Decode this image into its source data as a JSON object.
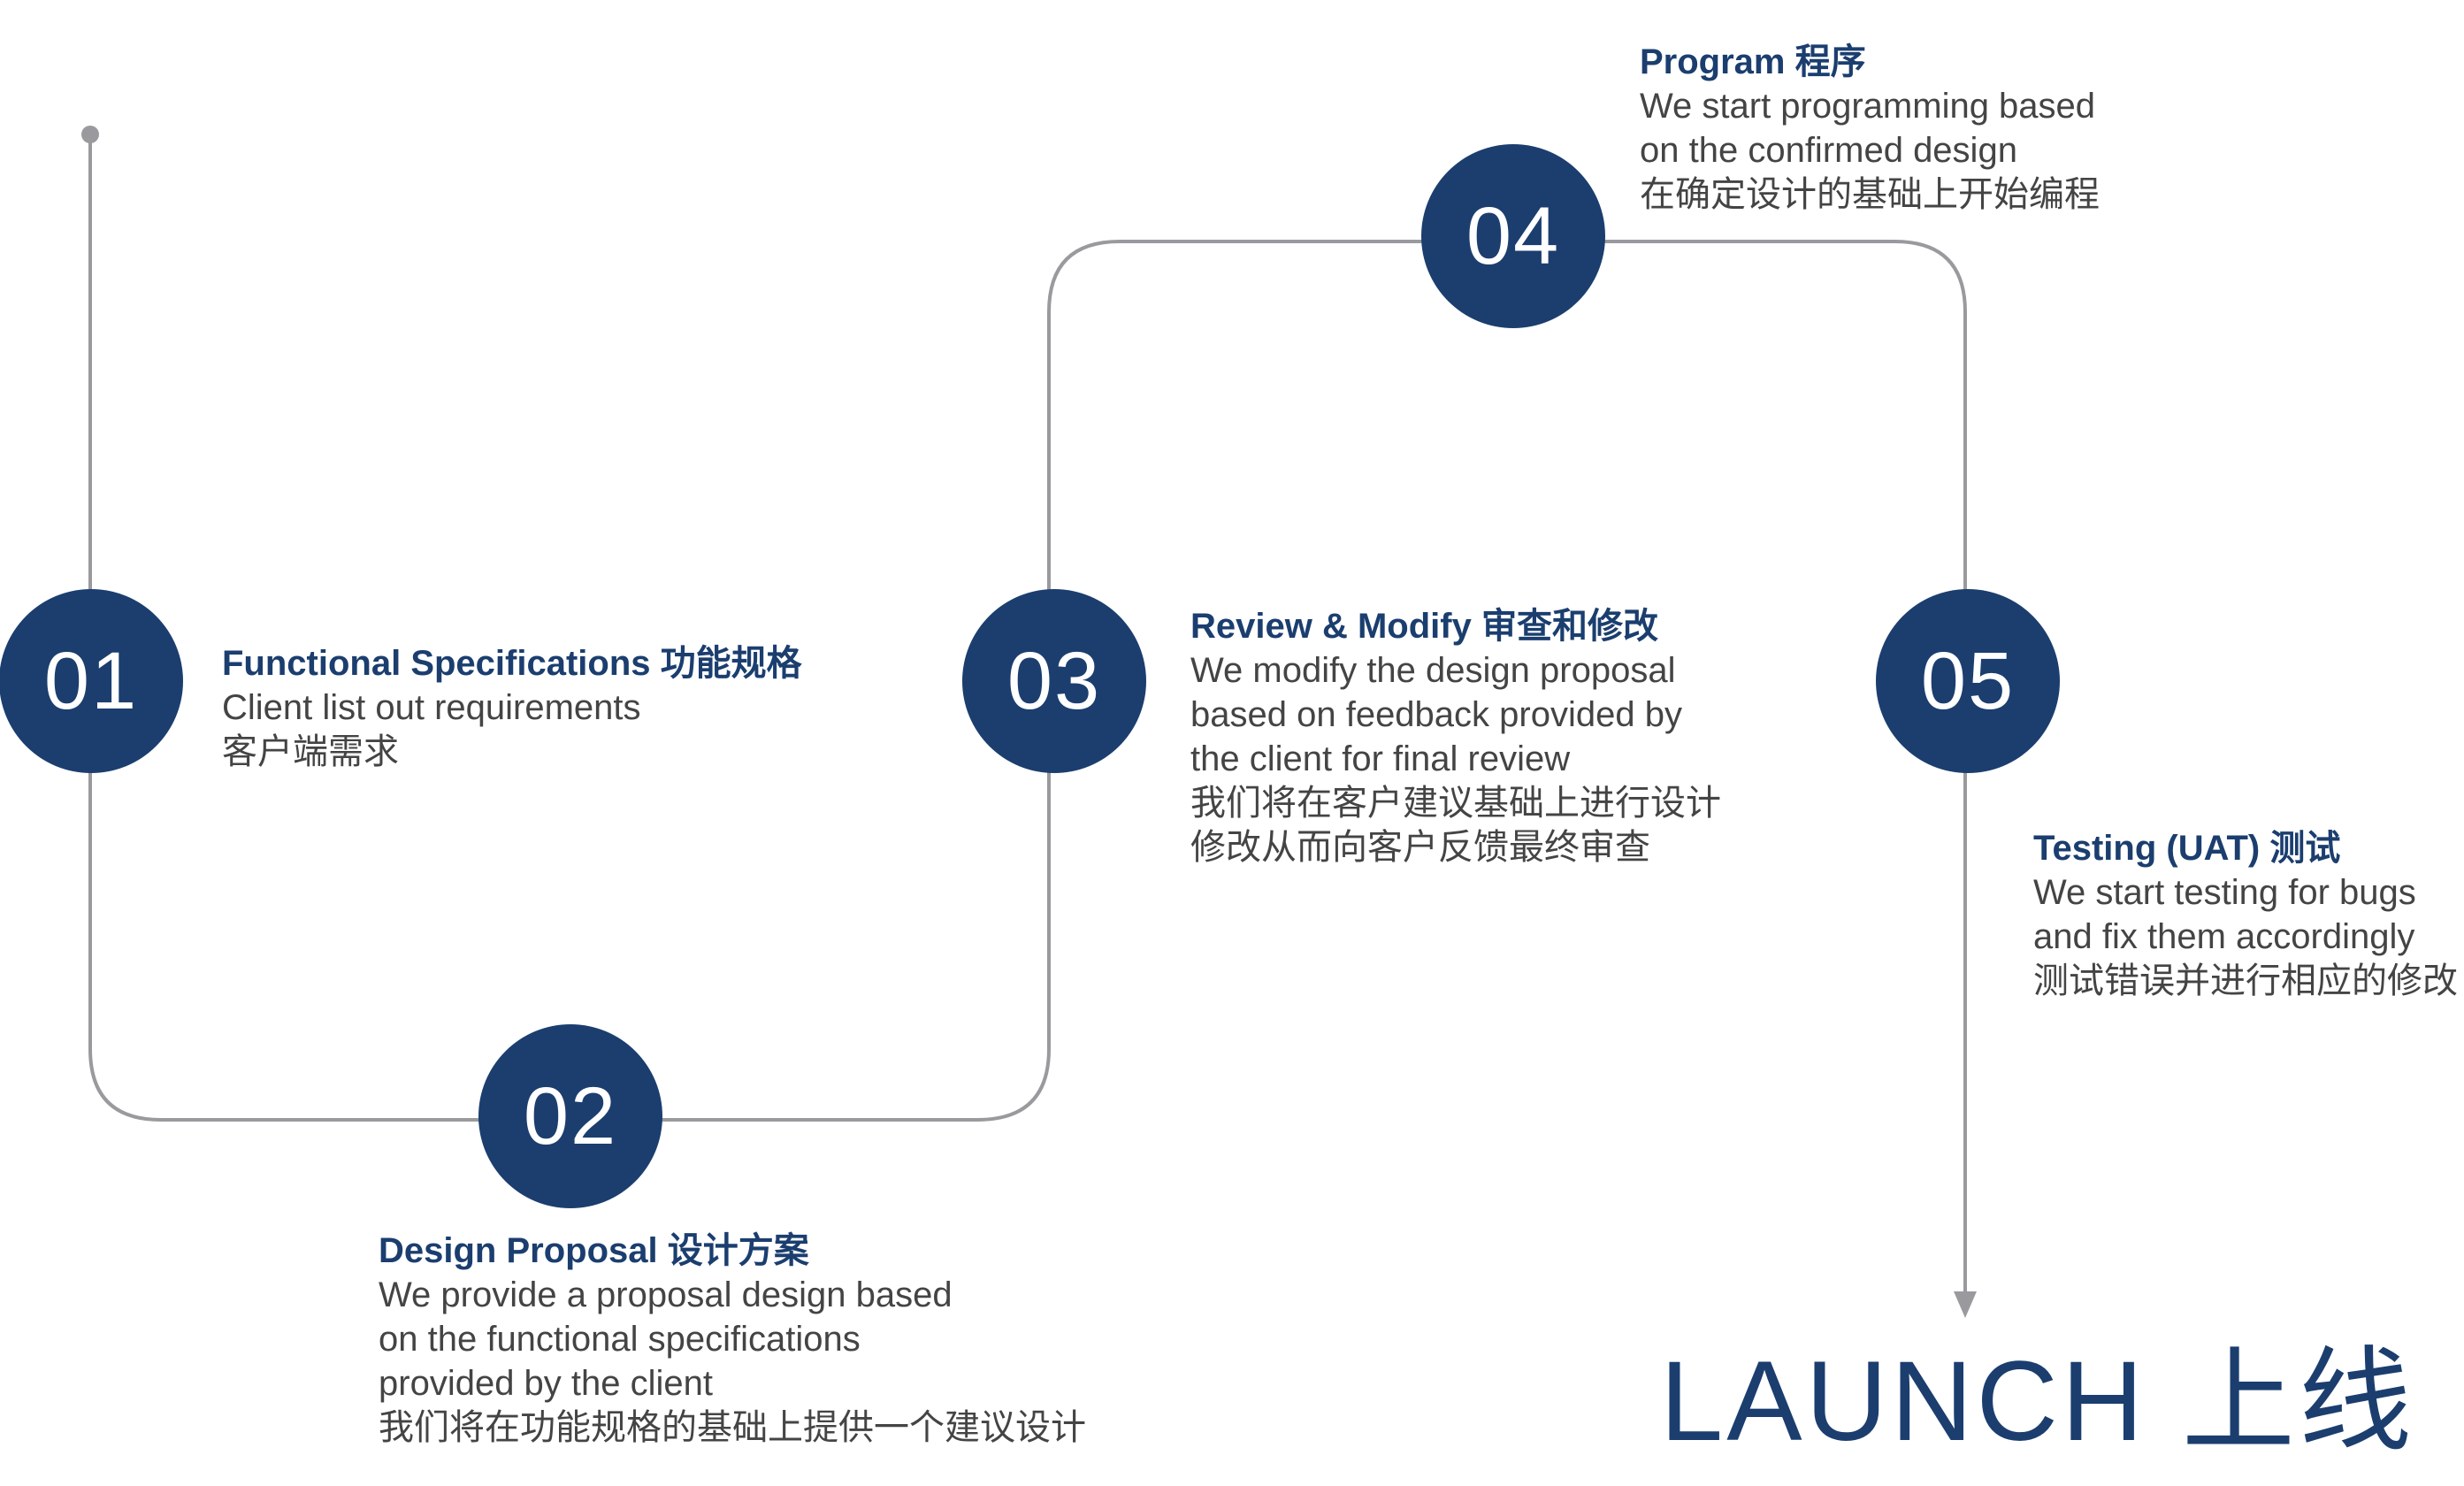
{
  "colors": {
    "accent": "#1b3e6f",
    "line": "#9a9a9e",
    "text": "#444444"
  },
  "steps": [
    {
      "number": "01",
      "title": "Functional Specifications 功能规格",
      "lines": [
        "Client list out requirements",
        "客户端需求"
      ]
    },
    {
      "number": "02",
      "title": "Design Proposal 设计方案",
      "lines": [
        "We provide a proposal design based",
        "on the functional specifications",
        "provided by the client",
        "我们将在功能规格的基础上提供一个建议设计"
      ]
    },
    {
      "number": "03",
      "title": "Review & Modify 审查和修改",
      "lines": [
        "We modify the design proposal",
        "based on feedback provided by",
        "the client for final review",
        "我们将在客户建议基础上进行设计",
        "修改从而向客户反馈最终审查"
      ]
    },
    {
      "number": "04",
      "title": "Program 程序",
      "lines": [
        "We start programming based",
        "on the confirmed design",
        "在确定设计的基础上开始编程"
      ]
    },
    {
      "number": "05",
      "title": "Testing (UAT) 测试",
      "lines": [
        "We start testing for bugs",
        "and fix them accordingly",
        "测试错误并进行相应的修改"
      ]
    }
  ],
  "launch": "LAUNCH 上线"
}
